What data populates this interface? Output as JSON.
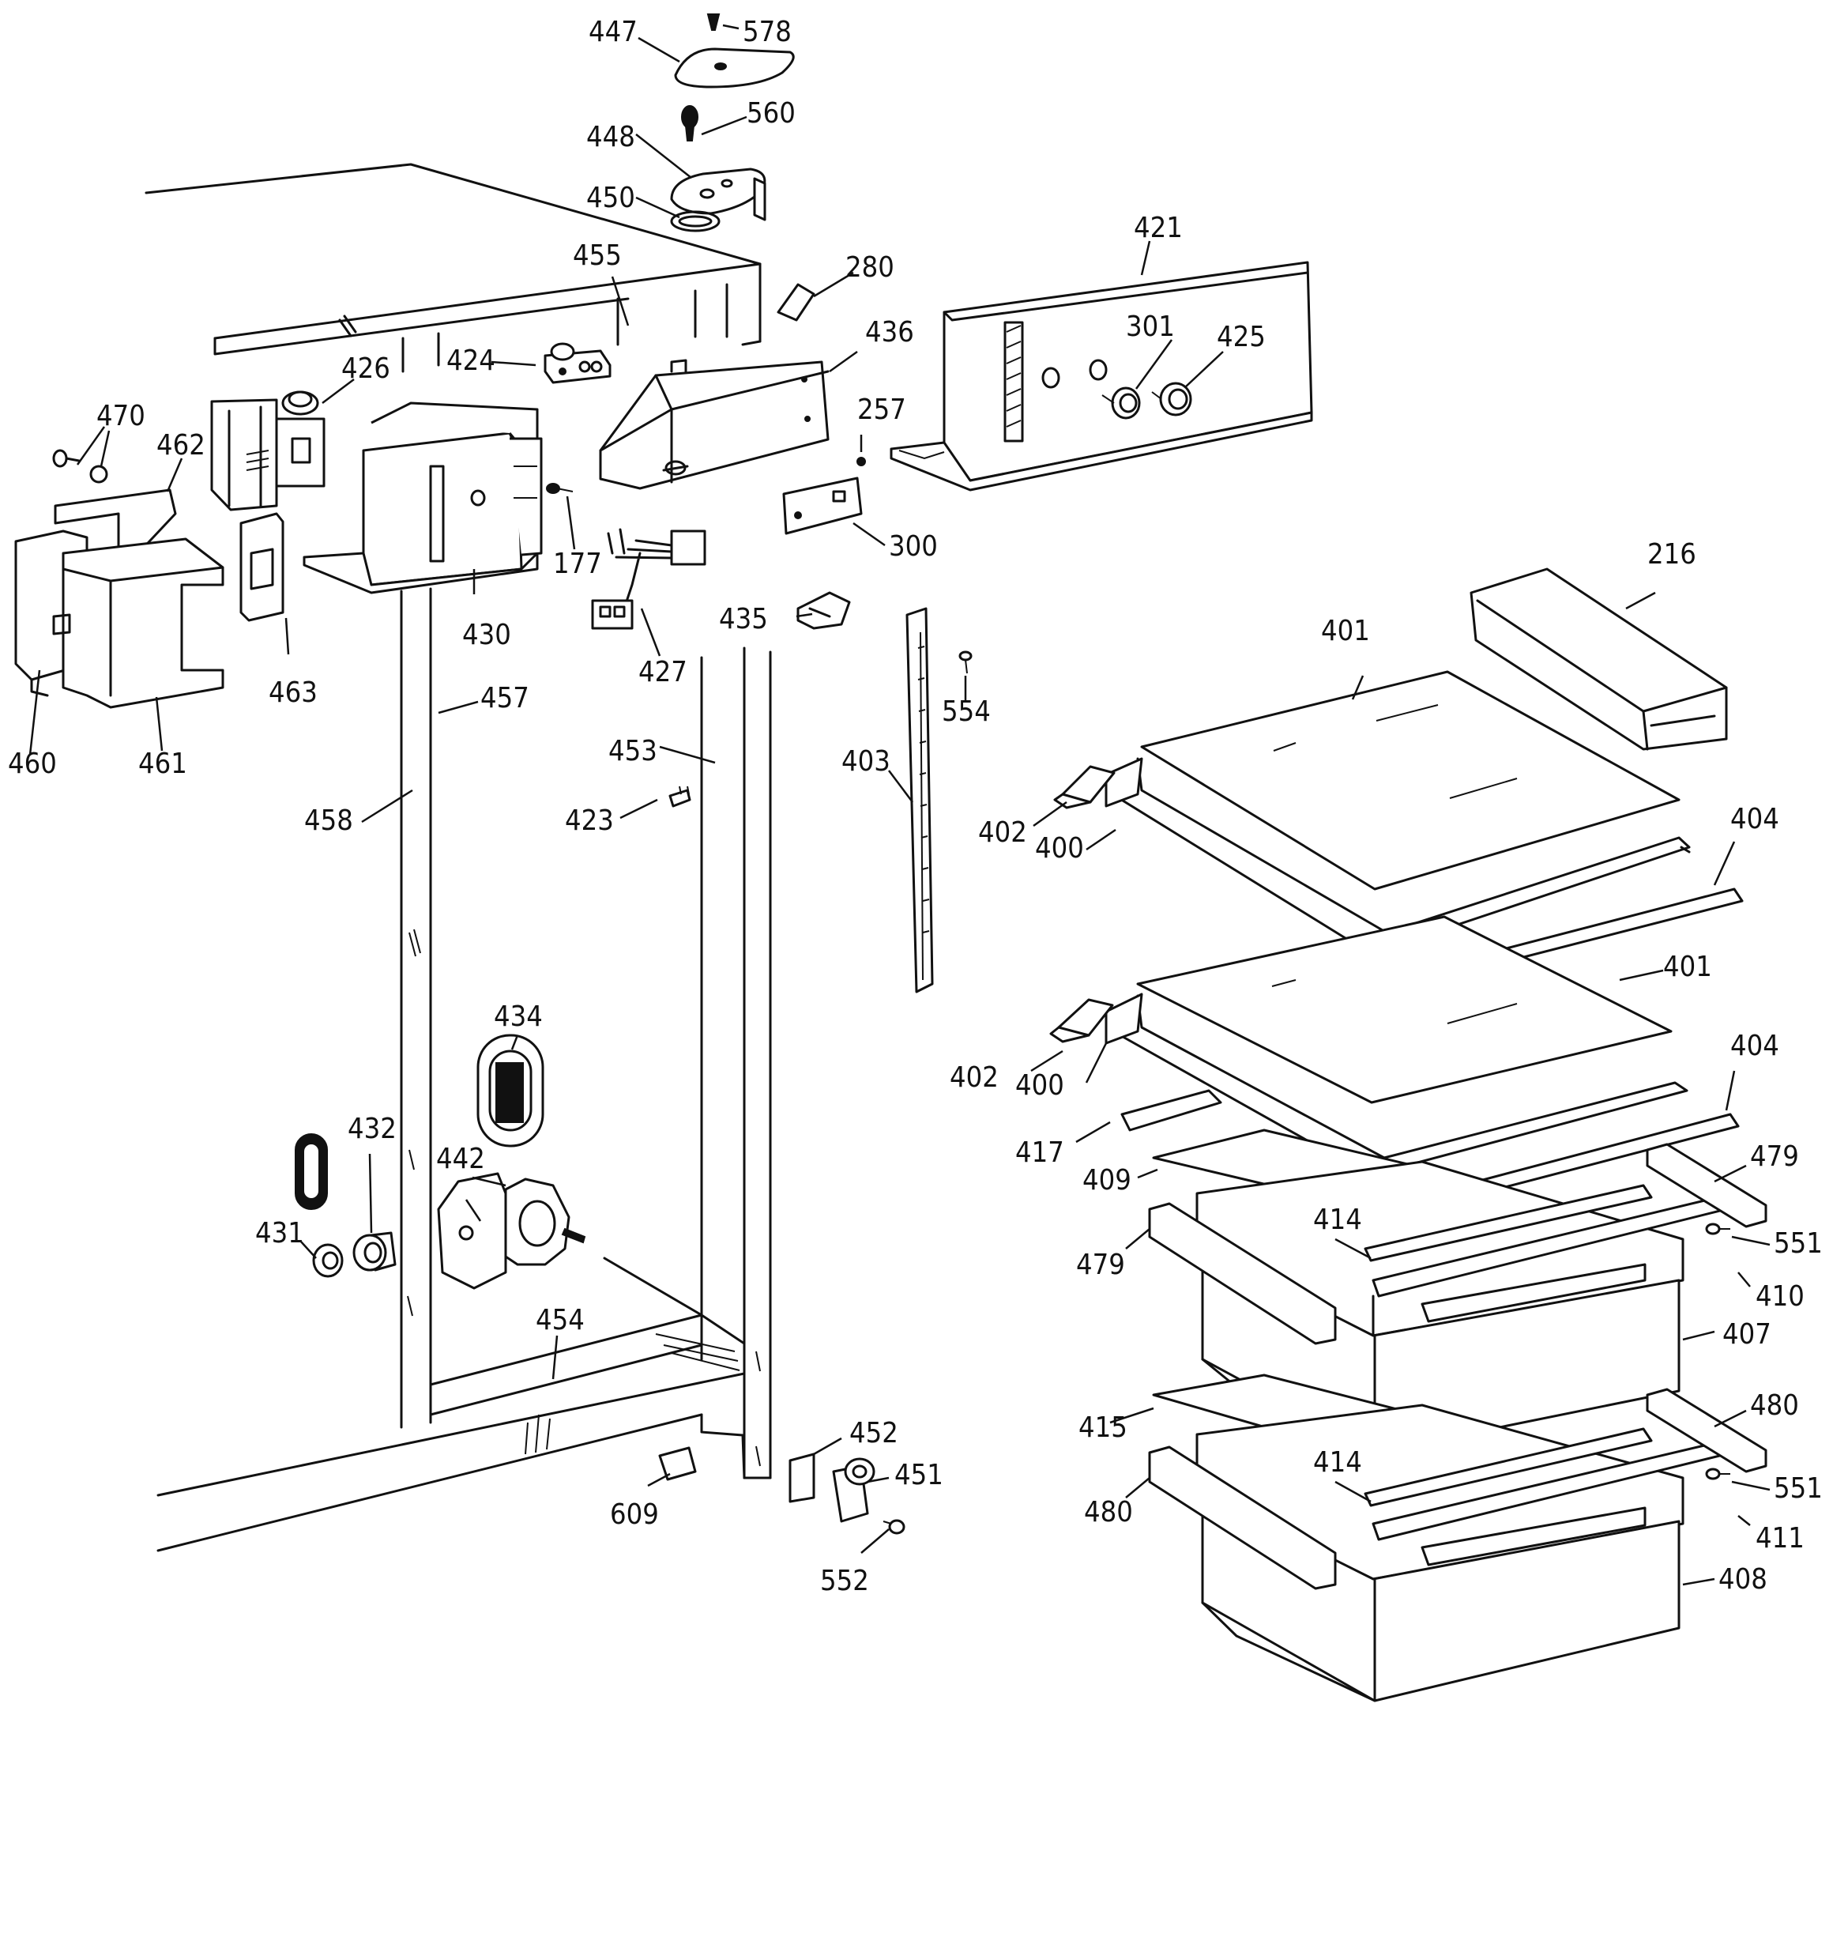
{
  "diagram": {
    "background": "#ffffff",
    "ink": "#111111",
    "callouts": [
      {
        "id": "c-447",
        "text": "447"
      },
      {
        "id": "c-578",
        "text": "578"
      },
      {
        "id": "c-560",
        "text": "560"
      },
      {
        "id": "c-448",
        "text": "448"
      },
      {
        "id": "c-450",
        "text": "450"
      },
      {
        "id": "c-455",
        "text": "455"
      },
      {
        "id": "c-280",
        "text": "280"
      },
      {
        "id": "c-421",
        "text": "421"
      },
      {
        "id": "c-424",
        "text": "424"
      },
      {
        "id": "c-426",
        "text": "426"
      },
      {
        "id": "c-436",
        "text": "436"
      },
      {
        "id": "c-301",
        "text": "301"
      },
      {
        "id": "c-425",
        "text": "425"
      },
      {
        "id": "c-257",
        "text": "257"
      },
      {
        "id": "c-470",
        "text": "470"
      },
      {
        "id": "c-462",
        "text": "462"
      },
      {
        "id": "c-177",
        "text": "177"
      },
      {
        "id": "c-300",
        "text": "300"
      },
      {
        "id": "c-216",
        "text": "216"
      },
      {
        "id": "c-430",
        "text": "430"
      },
      {
        "id": "c-427",
        "text": "427"
      },
      {
        "id": "c-435",
        "text": "435"
      },
      {
        "id": "c-463",
        "text": "463"
      },
      {
        "id": "c-460",
        "text": "460"
      },
      {
        "id": "c-461",
        "text": "461"
      },
      {
        "id": "c-457",
        "text": "457"
      },
      {
        "id": "c-554",
        "text": "554"
      },
      {
        "id": "c-401a",
        "text": "401"
      },
      {
        "id": "c-453",
        "text": "453"
      },
      {
        "id": "c-403",
        "text": "403"
      },
      {
        "id": "c-458",
        "text": "458"
      },
      {
        "id": "c-423",
        "text": "423"
      },
      {
        "id": "c-402a",
        "text": "402"
      },
      {
        "id": "c-400a",
        "text": "400"
      },
      {
        "id": "c-404a",
        "text": "404"
      },
      {
        "id": "c-401b",
        "text": "401"
      },
      {
        "id": "c-434",
        "text": "434"
      },
      {
        "id": "c-402b",
        "text": "402"
      },
      {
        "id": "c-400b",
        "text": "400"
      },
      {
        "id": "c-404b",
        "text": "404"
      },
      {
        "id": "c-432",
        "text": "432"
      },
      {
        "id": "c-442",
        "text": "442"
      },
      {
        "id": "c-417",
        "text": "417"
      },
      {
        "id": "c-409",
        "text": "409"
      },
      {
        "id": "c-479a",
        "text": "479"
      },
      {
        "id": "c-431",
        "text": "431"
      },
      {
        "id": "c-414a",
        "text": "414"
      },
      {
        "id": "c-551a",
        "text": "551"
      },
      {
        "id": "c-479b",
        "text": "479"
      },
      {
        "id": "c-410",
        "text": "410"
      },
      {
        "id": "c-454",
        "text": "454"
      },
      {
        "id": "c-407",
        "text": "407"
      },
      {
        "id": "c-415",
        "text": "415"
      },
      {
        "id": "c-480a",
        "text": "480"
      },
      {
        "id": "c-452",
        "text": "452"
      },
      {
        "id": "c-414b",
        "text": "414"
      },
      {
        "id": "c-451",
        "text": "451"
      },
      {
        "id": "c-551b",
        "text": "551"
      },
      {
        "id": "c-609",
        "text": "609"
      },
      {
        "id": "c-480b",
        "text": "480"
      },
      {
        "id": "c-411",
        "text": "411"
      },
      {
        "id": "c-552",
        "text": "552"
      },
      {
        "id": "c-408",
        "text": "408"
      }
    ]
  }
}
